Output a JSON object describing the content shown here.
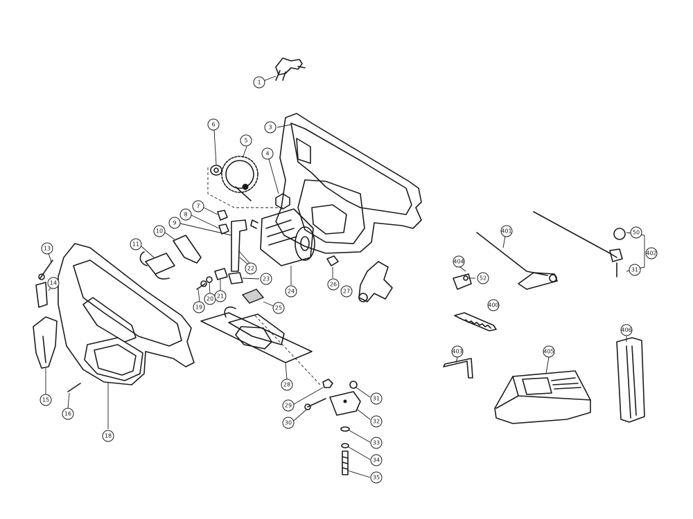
{
  "callouts": [
    {
      "id": "1",
      "label": "1"
    },
    {
      "id": "3",
      "label": "3"
    },
    {
      "id": "4",
      "label": "4"
    },
    {
      "id": "5",
      "label": "5"
    },
    {
      "id": "6",
      "label": "6"
    },
    {
      "id": "7",
      "label": "7"
    },
    {
      "id": "8",
      "label": "8"
    },
    {
      "id": "9",
      "label": "9"
    },
    {
      "id": "10",
      "label": "10"
    },
    {
      "id": "11",
      "label": "11"
    },
    {
      "id": "13",
      "label": "13"
    },
    {
      "id": "14",
      "label": "14"
    },
    {
      "id": "15",
      "label": "15"
    },
    {
      "id": "16",
      "label": "16"
    },
    {
      "id": "18",
      "label": "18"
    },
    {
      "id": "19",
      "label": "19"
    },
    {
      "id": "20",
      "label": "20"
    },
    {
      "id": "21",
      "label": "21"
    },
    {
      "id": "22",
      "label": "22"
    },
    {
      "id": "23",
      "label": "23"
    },
    {
      "id": "24",
      "label": "24"
    },
    {
      "id": "25",
      "label": "25"
    },
    {
      "id": "26",
      "label": "26"
    },
    {
      "id": "27",
      "label": "27"
    },
    {
      "id": "28",
      "label": "28"
    },
    {
      "id": "29",
      "label": "29"
    },
    {
      "id": "30",
      "label": "30"
    },
    {
      "id": "31",
      "label": "31"
    },
    {
      "id": "32",
      "label": "32"
    },
    {
      "id": "33",
      "label": "33"
    },
    {
      "id": "34",
      "label": "34"
    },
    {
      "id": "35",
      "label": "35"
    },
    {
      "id": "50",
      "label": "50"
    },
    {
      "id": "31b",
      "label": "31"
    },
    {
      "id": "52",
      "label": "52"
    },
    {
      "id": "400",
      "label": "400"
    },
    {
      "id": "401",
      "label": "401"
    },
    {
      "id": "402",
      "label": "402"
    },
    {
      "id": "403",
      "label": "403"
    },
    {
      "id": "404",
      "label": "404"
    },
    {
      "id": "405",
      "label": "405"
    },
    {
      "id": "406",
      "label": "406"
    }
  ]
}
